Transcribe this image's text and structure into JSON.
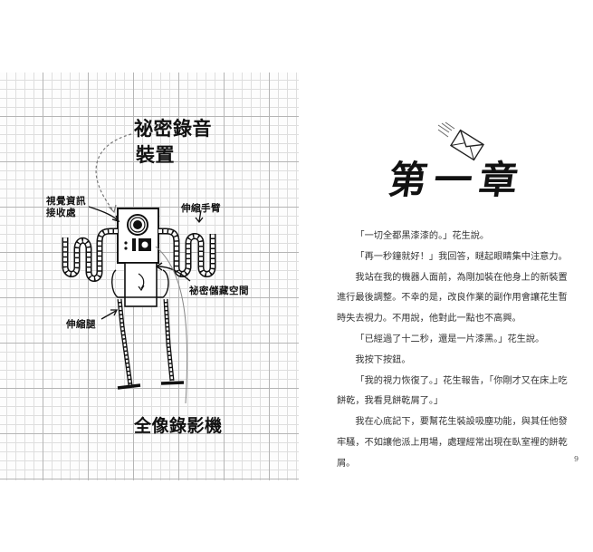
{
  "left_page": {
    "illustration_labels": {
      "secret_recorder_line1": "祕密錄音",
      "secret_recorder_line2": "裝置",
      "visual_receiver_line1": "視覺資訊",
      "visual_receiver_line2": "接收處",
      "telescopic_arm": "伸縮手臂",
      "secret_storage": "祕密儲藏空間",
      "telescopic_leg": "伸縮腿",
      "hologram_recorder": "全像錄影機"
    }
  },
  "right_page": {
    "chapter_title": "第一章",
    "paragraphs": [
      {
        "text": "「一切全都黑漆漆的。」花生說。",
        "indent": true
      },
      {
        "text": "「再一秒鐘就好！」我回答，瞇起眼睛集中注意力。",
        "indent": true
      },
      {
        "text": "我站在我的機器人面前，為剛加裝在他身上的新裝置進行最後調整。不幸的是，改良作業的副作用會讓花生暫時失去視力。不用說，他對此一點也不高興。",
        "indent": true
      },
      {
        "text": "「已經過了十二秒，還是一片漆黑。」花生說。",
        "indent": true
      },
      {
        "text": "我按下按鈕。",
        "indent": true
      },
      {
        "text": "「我的視力恢復了。」花生報告，「你剛才又在床上吃餅乾，我看見餅乾屑了。」",
        "indent": true
      },
      {
        "text": "我在心底記下，要幫花生裝設吸塵功能，與其任他發牢騷，不如讓他派上用場，處理經常出現在臥室裡的餅乾屑。",
        "indent": true
      }
    ],
    "page_number": "9"
  }
}
